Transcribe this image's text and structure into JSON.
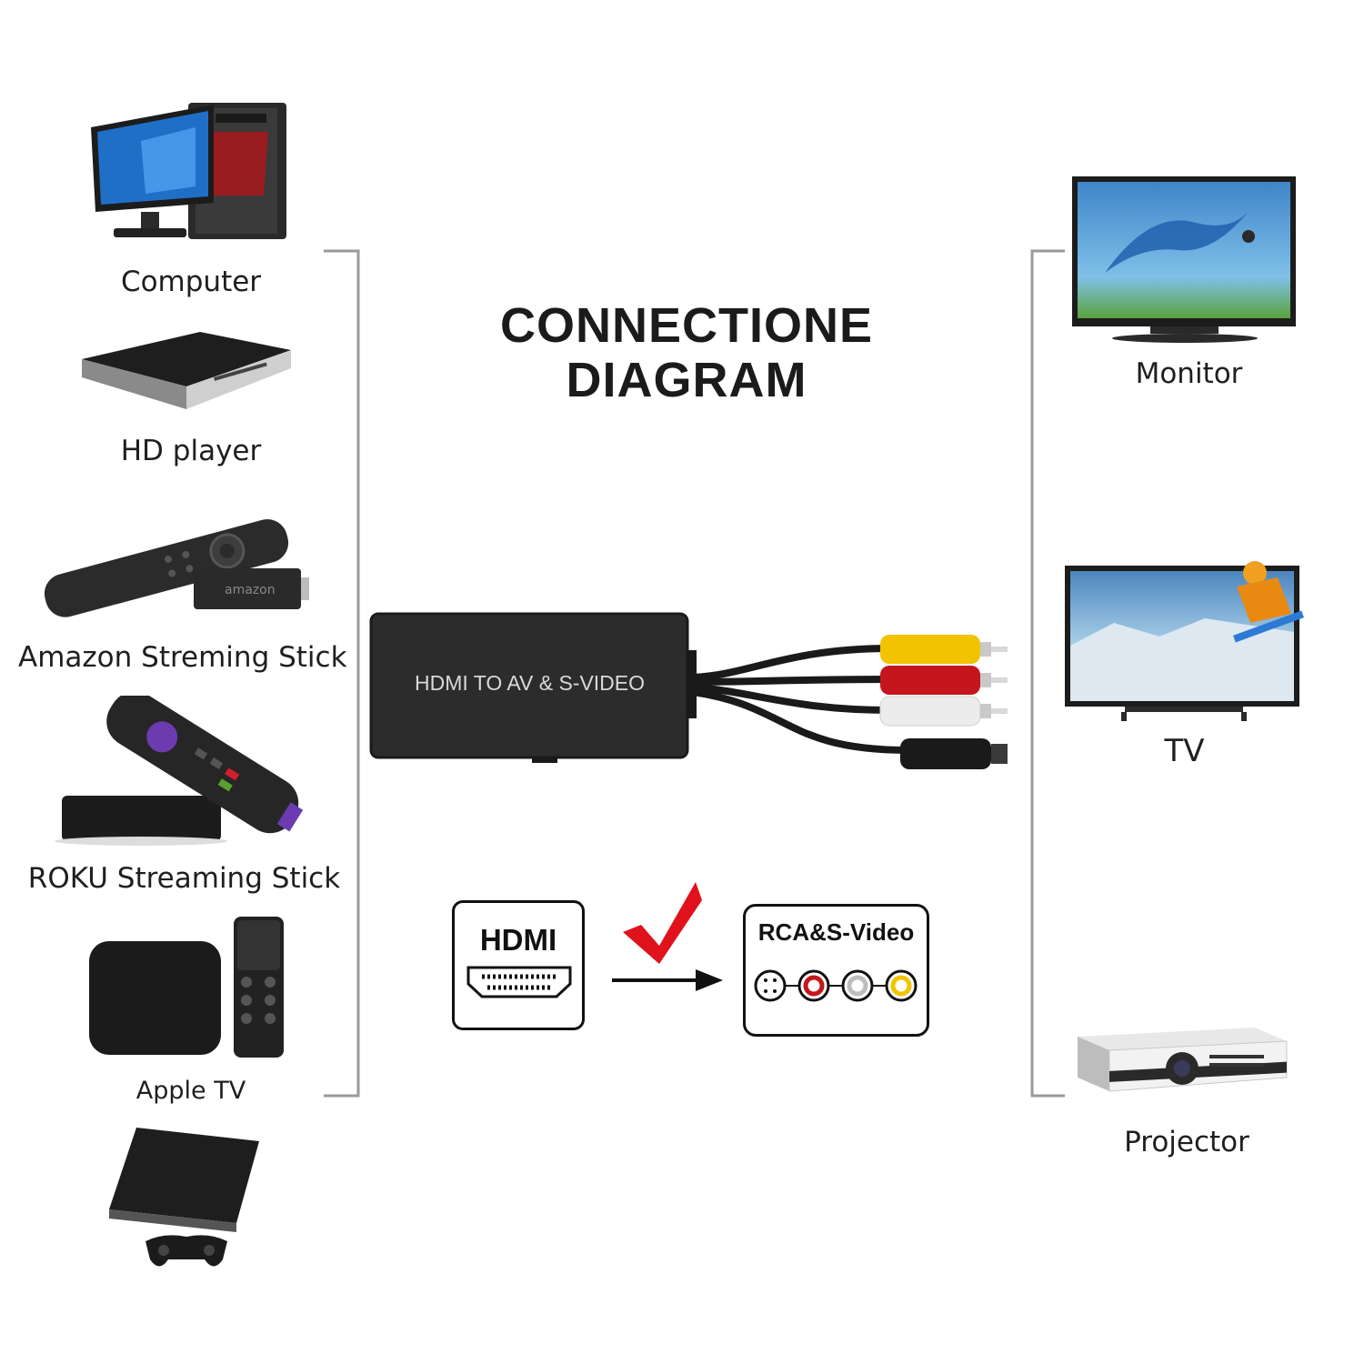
{
  "title": {
    "line1": "CONNECTIONE",
    "line2": "DIAGRAM"
  },
  "sources": [
    {
      "label": "Computer",
      "icon": "computer-icon"
    },
    {
      "label": "HD player",
      "icon": "hd-player-icon"
    },
    {
      "label": "Amazon Streming Stick",
      "icon": "amazon-stick-icon"
    },
    {
      "label": "ROKU Streaming Stick",
      "icon": "roku-stick-icon"
    },
    {
      "label": "Apple TV",
      "icon": "apple-tv-icon"
    },
    {
      "label": "",
      "icon": "game-console-icon"
    }
  ],
  "outputs": [
    {
      "label": "Monitor",
      "icon": "monitor-icon"
    },
    {
      "label": "TV",
      "icon": "tv-icon"
    },
    {
      "label": "Projector",
      "icon": "projector-icon"
    }
  ],
  "converter": {
    "label": "HDMI TO AV & S-VIDEO",
    "plugs": [
      "yellow",
      "red",
      "white",
      "black"
    ]
  },
  "signal_flow": {
    "input_label": "HDMI",
    "output_label": "RCA&S-Video",
    "check_color": "#e0121b"
  },
  "colors": {
    "rca_yellow": "#f2c300",
    "rca_red": "#c4161c",
    "rca_white": "#e9e9e9",
    "svideo_black": "#1a1a1a"
  }
}
